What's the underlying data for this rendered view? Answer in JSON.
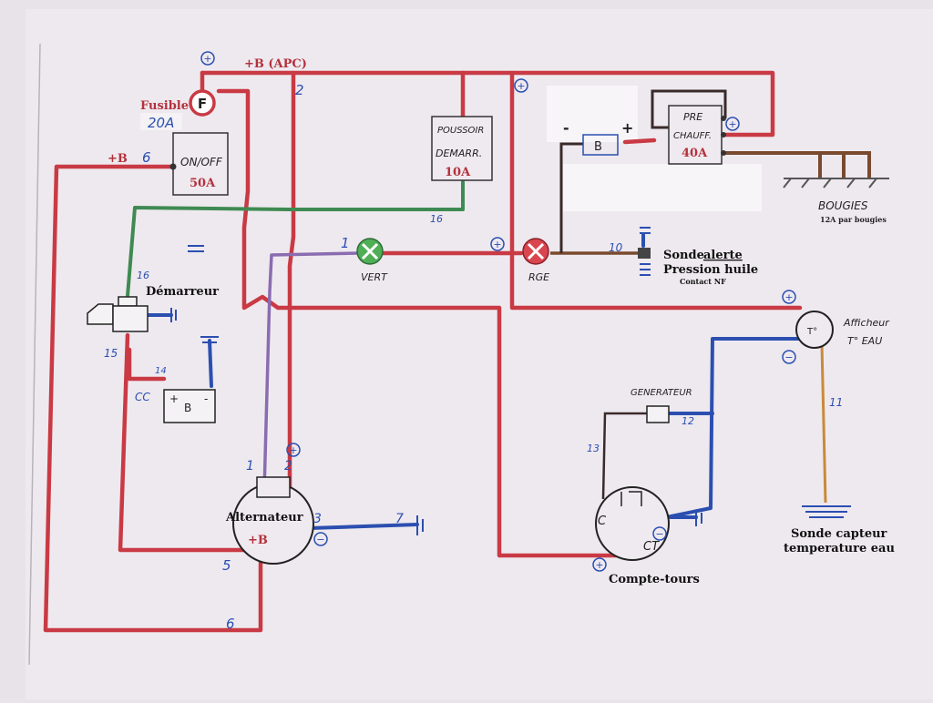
{
  "colors": {
    "paper": "#ece7ed",
    "red_wire": "#c93a44",
    "green_wire": "#3f8a52",
    "blue_wire": "#2b4fb0",
    "purple_wire": "#8a6cb0",
    "brown_wire": "#7a4a2e",
    "orange_wire": "#c98a3a",
    "dark_wire": "#3a2a2a"
  },
  "labels": {
    "plus_b_apc": "+B (APC)",
    "fusible": "Fusible",
    "fuse_letter": "F",
    "fuse_rating": "20A",
    "wire_2": "2",
    "plus_b": "+B",
    "wire_6_top": "6",
    "onoff_label": "ON/OFF",
    "onoff_rating": "50A",
    "poussoir_line1": "POUSSOIR",
    "poussoir_line2": "DEMARR.",
    "poussoir_rating": "10A",
    "wire_16_right": "16",
    "wire_1": "1",
    "lamp_vert": "VERT",
    "lamp_rge": "RGE",
    "wire_10": "10",
    "sonde_alerte_1": "Sonde",
    "sonde_alerte_2": "alerte",
    "sonde_alerte_3": "Pression huile",
    "sonde_alerte_4": "Contact NF",
    "batt_minus": "-",
    "batt_plus": "+",
    "batt_letter": "B",
    "pre_line1": "PRE",
    "pre_line2": "CHAUFF.",
    "pre_rating": "40A",
    "bougies": "BOUGIES",
    "bougies_sub": "12A par bougies",
    "demarreur": "Démarreur",
    "wire_16_left": "16",
    "wire_15": "15",
    "cc": "CC",
    "wire_14": "14",
    "battery_b": "B",
    "alternateur": "Alternateur",
    "alt_plus_b": "+B",
    "alt_term_1": "1",
    "alt_term_2": "2",
    "alt_term_3": "3",
    "wire_7": "7",
    "wire_5": "5",
    "wire_6_bottom": "6",
    "afficheur_1": "Afficheur",
    "afficheur_2": "T° EAU",
    "gauge_t": "T°",
    "wire_11": "11",
    "sonde_temp_1": "Sonde capteur",
    "sonde_temp_2": "temperature eau",
    "generateur": "GENERATEUR",
    "wire_12": "12",
    "wire_13": "13",
    "ct_c": "C",
    "ct_ct": "CT",
    "compte_tours": "Compte-tours",
    "plus": "+",
    "minus": "−"
  }
}
